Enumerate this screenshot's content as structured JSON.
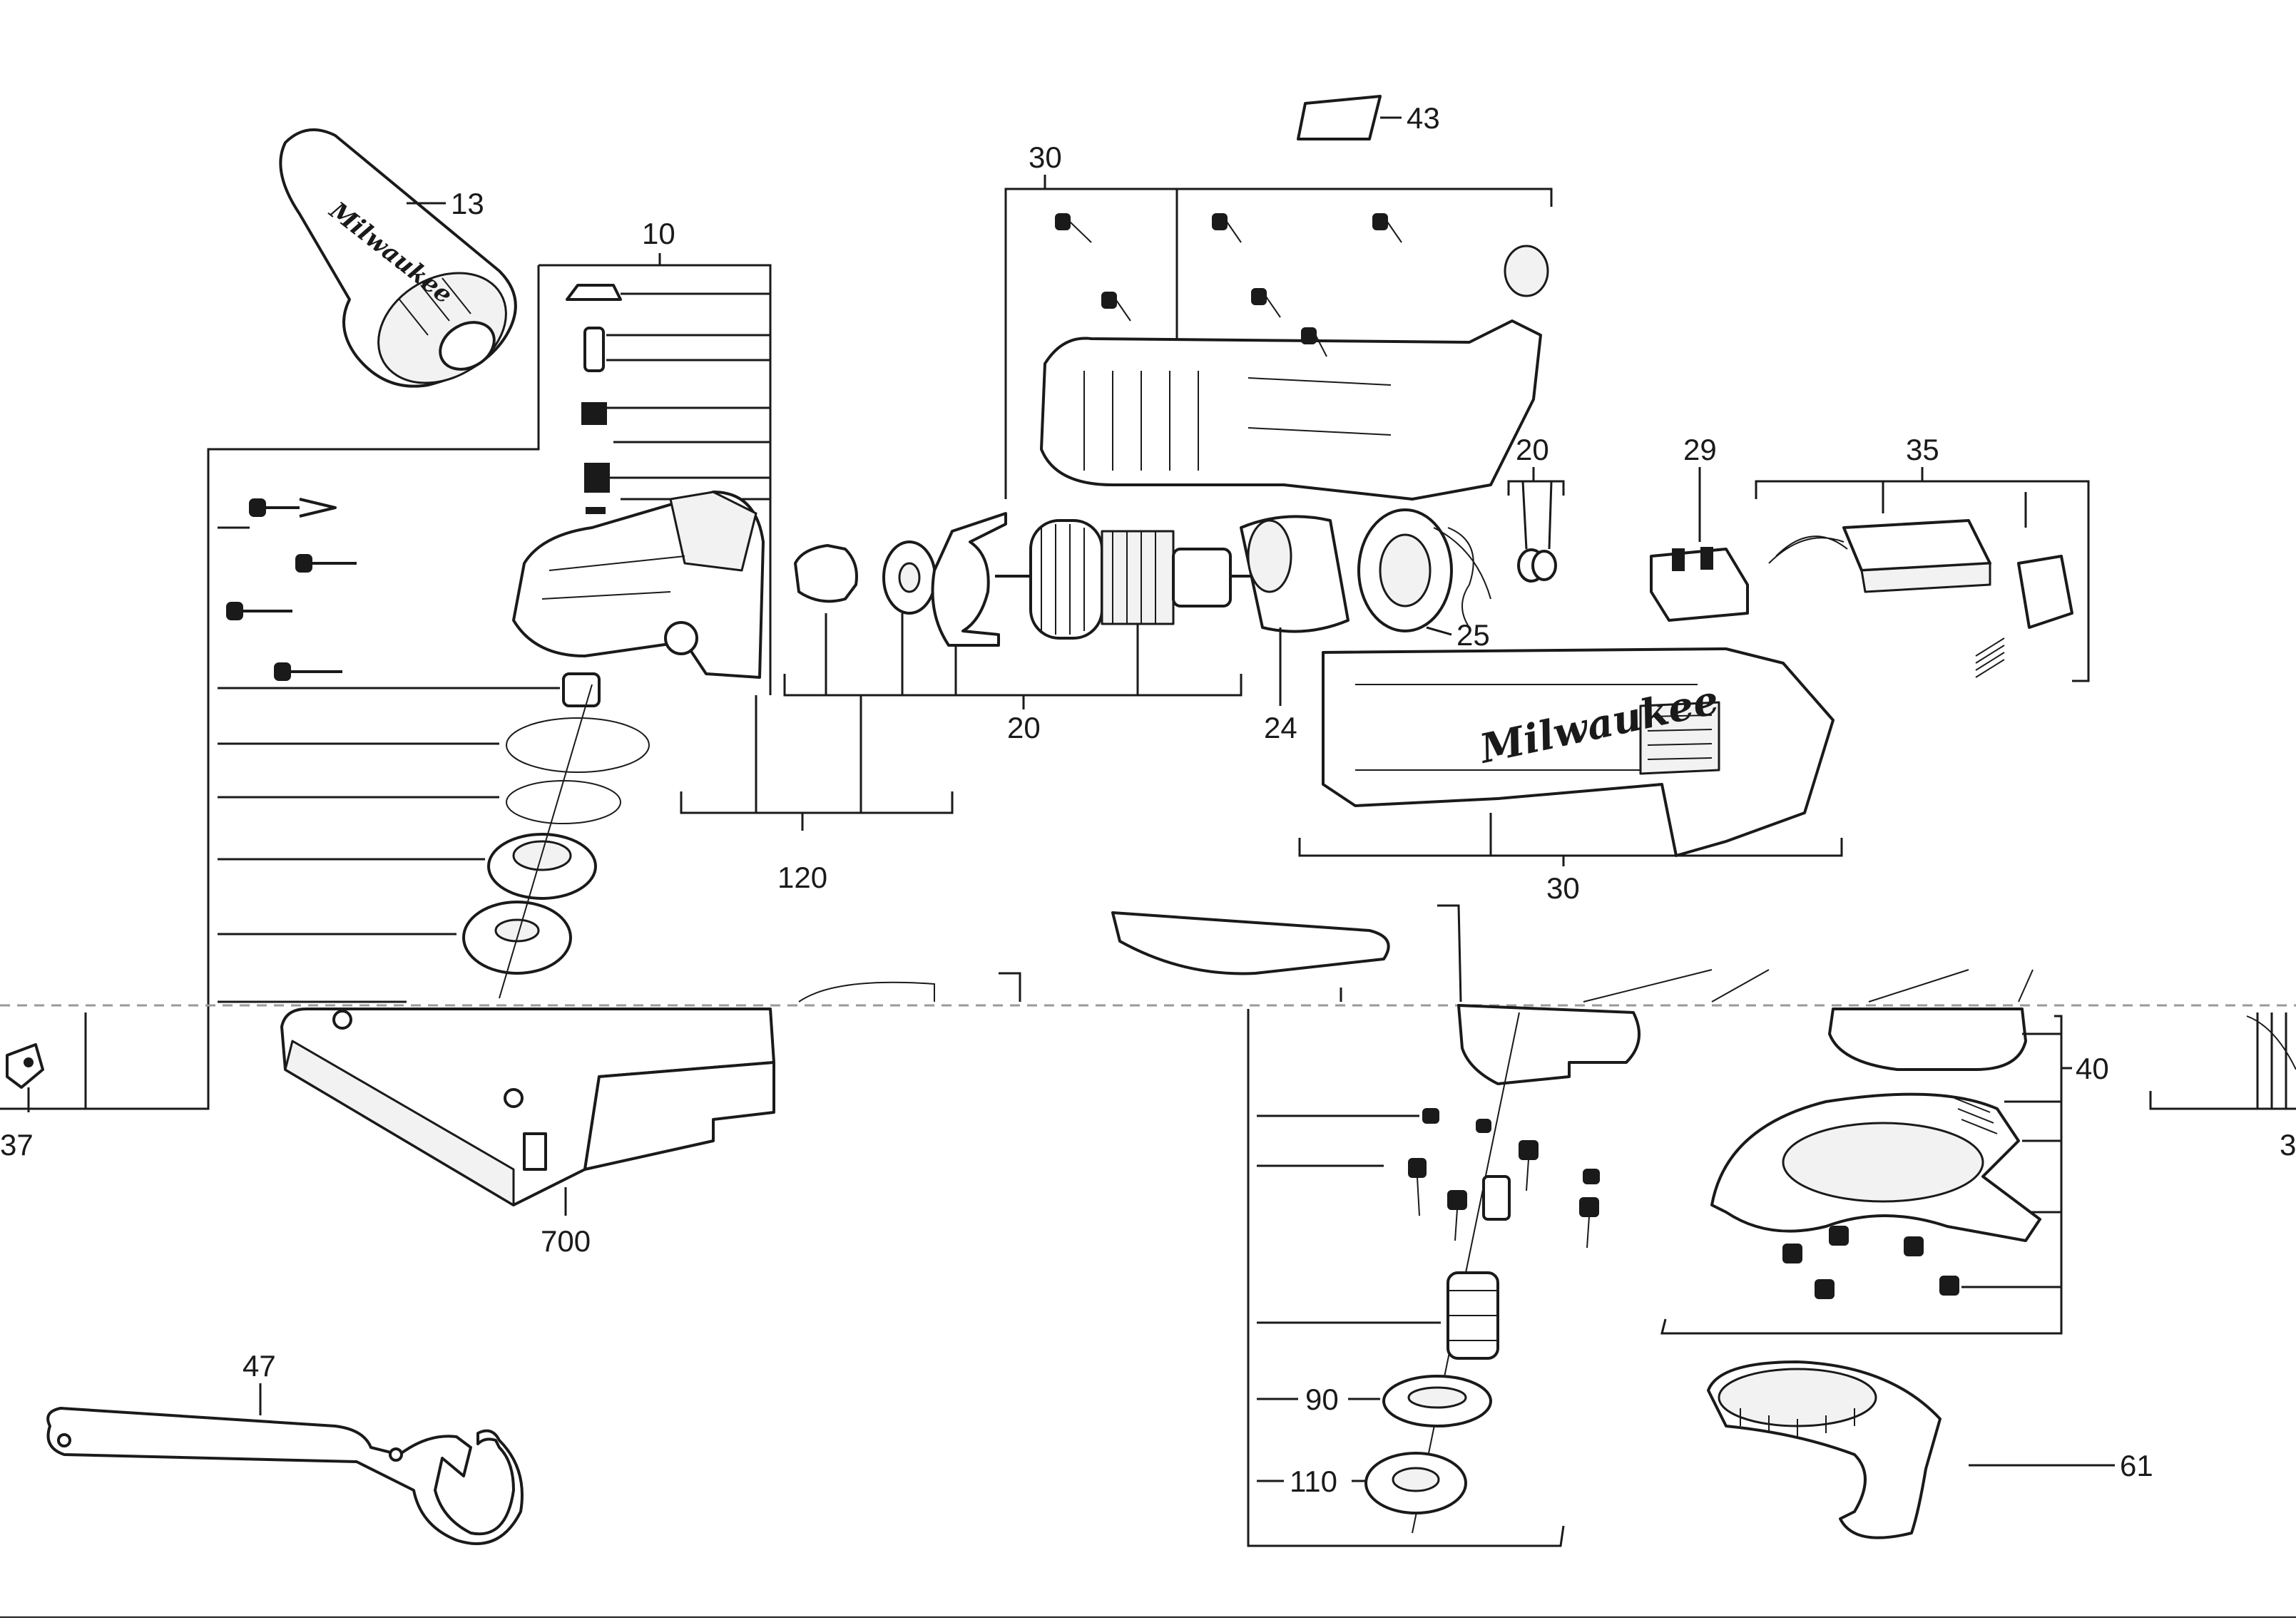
{
  "diagram": {
    "title": "Angle grinder exploded parts diagram",
    "brand_mark": "Milwaukee",
    "colors": {
      "line": "#1a1a1a",
      "background": "#ffffff",
      "seam": "#9a9a9a"
    },
    "callouts": {
      "c43": "43",
      "c30_top": "30",
      "c13": "13",
      "c10": "10",
      "c20_small": "20",
      "c29": "29",
      "c35": "35",
      "c25": "25",
      "c24": "24",
      "c20_armature": "20",
      "c30_housing": "30",
      "c120": "120",
      "c40": "40",
      "c37": "37",
      "c700": "700",
      "c47": "47",
      "c90": "90",
      "c110": "110",
      "c61": "61",
      "c_edge": "3"
    }
  }
}
